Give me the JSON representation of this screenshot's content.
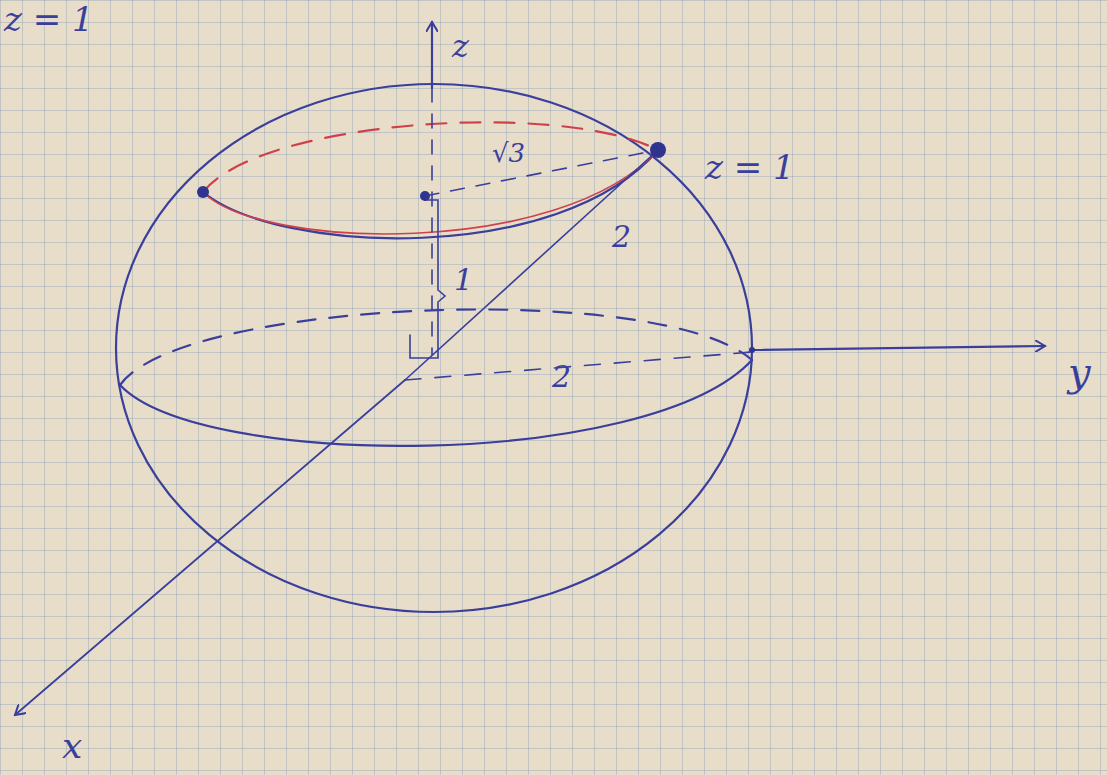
{
  "diagram": {
    "labels": [
      "z = 1",
      "z",
      "√3",
      "z = 1",
      "2",
      "1",
      "2",
      "y",
      "x"
    ]
  }
}
